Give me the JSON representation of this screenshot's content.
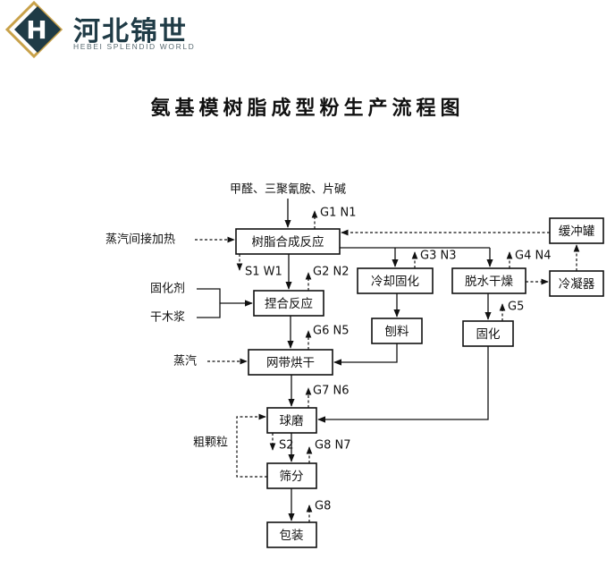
{
  "logo": {
    "letter": "H",
    "cn": "河北锦世",
    "en": "HEBEI SPLENDID WORLD",
    "colors": {
      "dark": "#1f3b46",
      "gold": "#c9a24a"
    }
  },
  "title": "氨基模树脂成型粉生产流程图",
  "flow": {
    "raw_materials": "甲醛、三聚氰胺、片碱",
    "boxes": {
      "reaction": "树脂合成反应",
      "kneading": "捏合反应",
      "drying": "网带烘干",
      "ballmill": "球磨",
      "screening": "筛分",
      "packaging": "包装",
      "cooling": "冷却固化",
      "planing": "刨料",
      "dehydration": "脱水干燥",
      "curing": "固化",
      "condenser": "冷凝器",
      "buffer": "缓冲罐"
    },
    "inputs": {
      "steam_indirect": "蒸汽间接加热",
      "curing_agent": "固化剂",
      "wood_pulp": "干木浆",
      "steam": "蒸汽",
      "coarse": "粗颗粒"
    },
    "emissions": {
      "g1n1": "G1 N1",
      "s1w1": "S1 W1",
      "g2n2": "G2 N2",
      "g3n3": "G3 N3",
      "g4n4": "G4 N4",
      "g5": "G5",
      "g6n5": "G6 N5",
      "g7n6": "G7 N6",
      "s2": "S2",
      "g8n7": "G8 N7",
      "g8": "G8"
    }
  }
}
